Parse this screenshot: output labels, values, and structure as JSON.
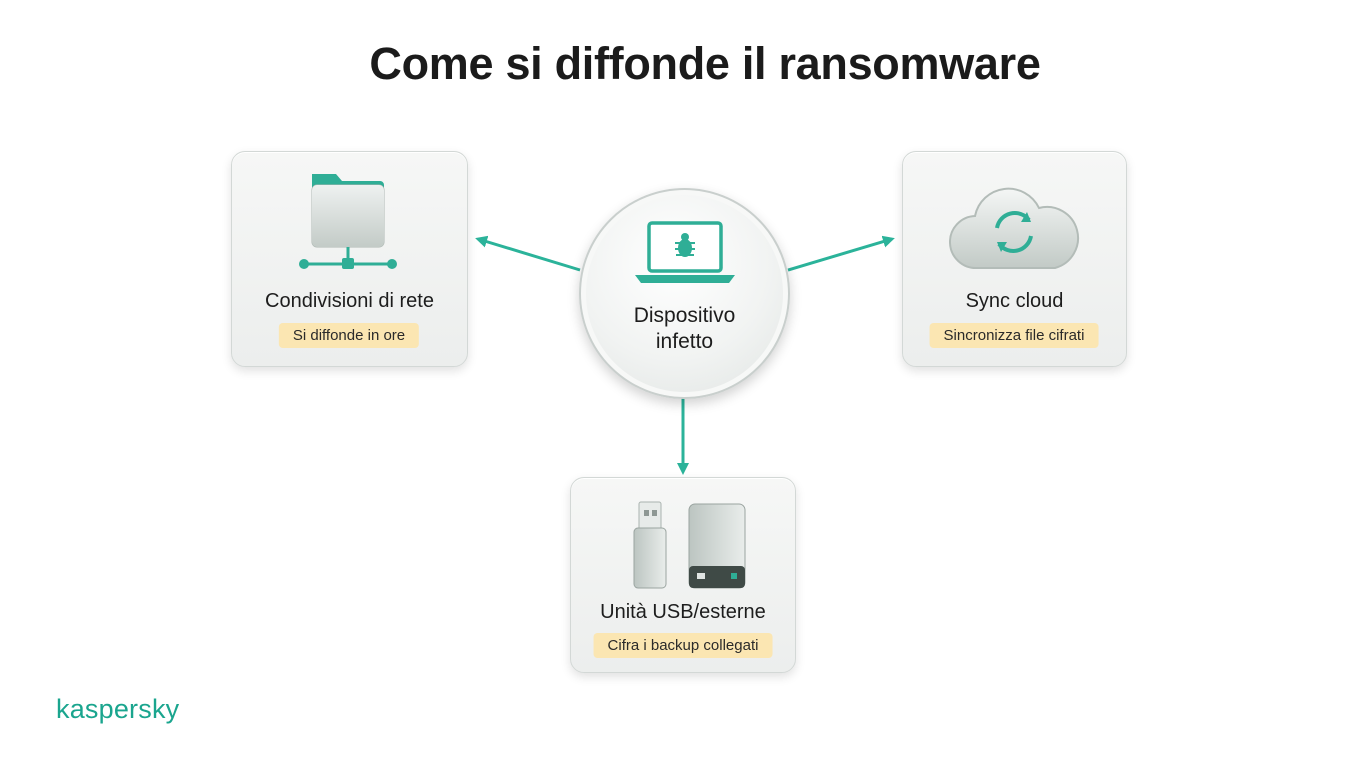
{
  "title": "Come si diffonde il ransomware",
  "center": {
    "label": "Dispositivo infetto",
    "icon": "infected-laptop-icon"
  },
  "nodes": [
    {
      "id": "network",
      "label": "Condivisioni di rete",
      "badge": "Si diffonde in ore",
      "icon": "network-folder-icon"
    },
    {
      "id": "cloud",
      "label": "Sync cloud",
      "badge": "Sincronizza file cifrati",
      "icon": "cloud-sync-icon"
    },
    {
      "id": "usb",
      "label": "Unità USB/esterne",
      "badge": "Cifra i backup collegati",
      "icon": "usb-drive-icon"
    }
  ],
  "logo": "kaspersky",
  "colors": {
    "accent": "#2bb39a",
    "badge": "#fbe6b2",
    "logo": "#1aa58e"
  }
}
